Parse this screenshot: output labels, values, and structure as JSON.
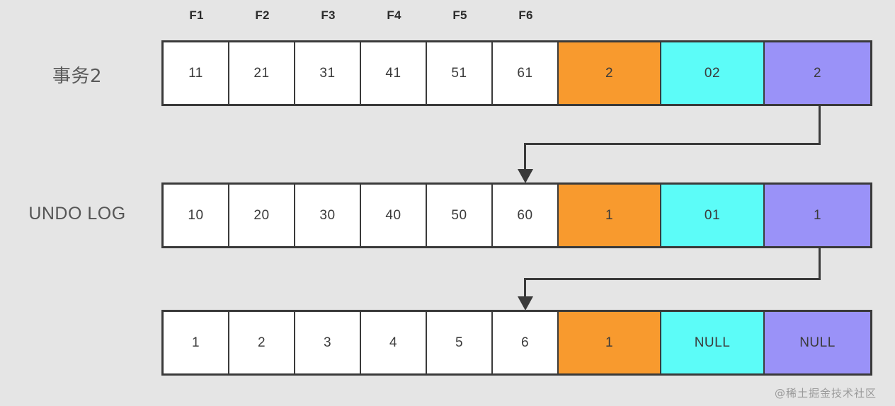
{
  "diagram": {
    "title": "MySQL UNDO LOG rollback chain",
    "background_color": "#e5e5e5",
    "border_color": "#3a3a3a",
    "colors": {
      "white": "#ffffff",
      "orange": "#f89a2e",
      "cyan": "#5cfcf8",
      "purple": "#9a92f8"
    },
    "column_headers": [
      {
        "label": "F1"
      },
      {
        "label": "F2"
      },
      {
        "label": "F3"
      },
      {
        "label": "F4"
      },
      {
        "label": "F5"
      },
      {
        "label": "F6"
      }
    ],
    "rows": [
      {
        "label": "事务2",
        "label_kind": "cjk",
        "cells": [
          {
            "value": "11",
            "color": "white"
          },
          {
            "value": "21",
            "color": "white"
          },
          {
            "value": "31",
            "color": "white"
          },
          {
            "value": "41",
            "color": "white"
          },
          {
            "value": "51",
            "color": "white"
          },
          {
            "value": "61",
            "color": "white"
          },
          {
            "value": "2",
            "color": "orange"
          },
          {
            "value": "02",
            "color": "cyan"
          },
          {
            "value": "2",
            "color": "purple"
          }
        ]
      },
      {
        "label": "UNDO LOG",
        "label_kind": "latin",
        "cells": [
          {
            "value": "10",
            "color": "white"
          },
          {
            "value": "20",
            "color": "white"
          },
          {
            "value": "30",
            "color": "white"
          },
          {
            "value": "40",
            "color": "white"
          },
          {
            "value": "50",
            "color": "white"
          },
          {
            "value": "60",
            "color": "white"
          },
          {
            "value": "1",
            "color": "orange"
          },
          {
            "value": "01",
            "color": "cyan"
          },
          {
            "value": "1",
            "color": "purple"
          }
        ]
      },
      {
        "label": "",
        "label_kind": "latin",
        "cells": [
          {
            "value": "1",
            "color": "white"
          },
          {
            "value": "2",
            "color": "white"
          },
          {
            "value": "3",
            "color": "white"
          },
          {
            "value": "4",
            "color": "white"
          },
          {
            "value": "5",
            "color": "white"
          },
          {
            "value": "6",
            "color": "white"
          },
          {
            "value": "1",
            "color": "orange"
          },
          {
            "value": "NULL",
            "color": "cyan"
          },
          {
            "value": "NULL",
            "color": "purple"
          }
        ]
      }
    ],
    "connectors": [
      {
        "name": "rollback-pointer-1",
        "from_row": 0,
        "to_row": 1
      },
      {
        "name": "rollback-pointer-2",
        "from_row": 1,
        "to_row": 2
      }
    ],
    "watermark": "@稀土掘金技术社区"
  }
}
